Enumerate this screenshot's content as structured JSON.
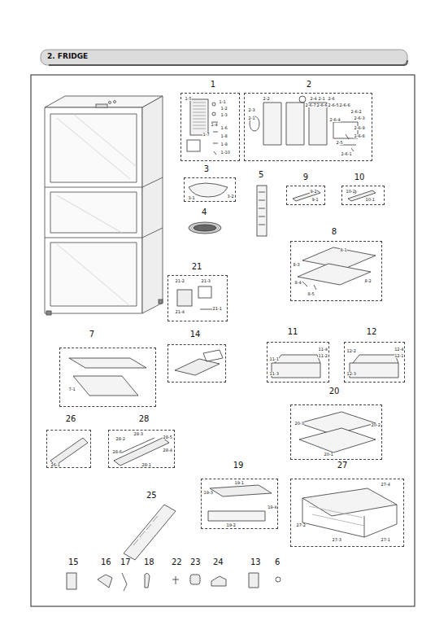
{
  "diagram": {
    "title": "2. FRIDGE",
    "nodes": [
      {
        "text": [
          "1",
          "1-5",
          "1-1",
          "1-2",
          "1-3",
          "1-4",
          "1-6",
          "1-7",
          "1-8",
          "1-9",
          "1-10"
        ]
      },
      {
        "text": [
          "2",
          "2-1",
          "2-2",
          "2-3",
          "2-4",
          "2-1",
          "2-6",
          "2-6-7",
          "2-6-6",
          "2-6-5",
          "2-6-6",
          "2-6-2",
          "2-6-3",
          "2-6-4",
          "2-6-9",
          "2-6-8",
          "2-6-1",
          "2-5"
        ]
      },
      {
        "text": [
          "3",
          "3-1",
          "3-2"
        ]
      },
      {
        "text": [
          "9",
          "9-1",
          "9-2"
        ]
      },
      {
        "text": [
          "10",
          "10-2",
          "10-1"
        ]
      },
      {
        "text": [
          "8",
          "8-1",
          "8-3",
          "8-4",
          "8-5",
          "8-2"
        ]
      },
      {
        "text": [
          "21",
          "21-2",
          "21-3",
          "21-4",
          "21-1"
        ]
      },
      {
        "text": [
          "7",
          "7-1"
        ]
      },
      {
        "text": [
          "14"
        ]
      },
      {
        "text": [
          "11",
          "11-1",
          "11-4",
          "11-2",
          "11-3"
        ]
      },
      {
        "text": [
          "12",
          "12-2",
          "12-4",
          "12-1",
          "12-3"
        ]
      },
      {
        "text": [
          "20",
          "20-3",
          "20-2",
          "20-1"
        ]
      },
      {
        "text": [
          "26",
          "26-1"
        ]
      },
      {
        "text": [
          "28",
          "28-3",
          "28-2",
          "28-5",
          "28-6",
          "28-4",
          "28-1"
        ]
      },
      {
        "text": [
          "19",
          "19-1",
          "19-3",
          "19-4",
          "19-2"
        ]
      },
      {
        "text": [
          "27",
          "27-4",
          "27-2",
          "27-3",
          "27-1"
        ]
      }
    ],
    "labels": [
      "4",
      "5",
      "25",
      "15",
      "16",
      "17",
      "18",
      "22",
      "23",
      "24",
      "13",
      "6"
    ]
  }
}
